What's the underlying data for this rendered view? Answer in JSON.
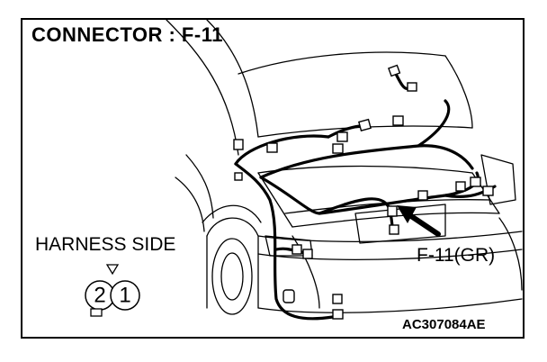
{
  "title": "CONNECTOR : F-11",
  "harness_side_label": "HARNESS SIDE",
  "connector_callout": "F-11(GR)",
  "diagram_code": "AC307084AE",
  "connector_pins": [
    "2",
    "1"
  ]
}
